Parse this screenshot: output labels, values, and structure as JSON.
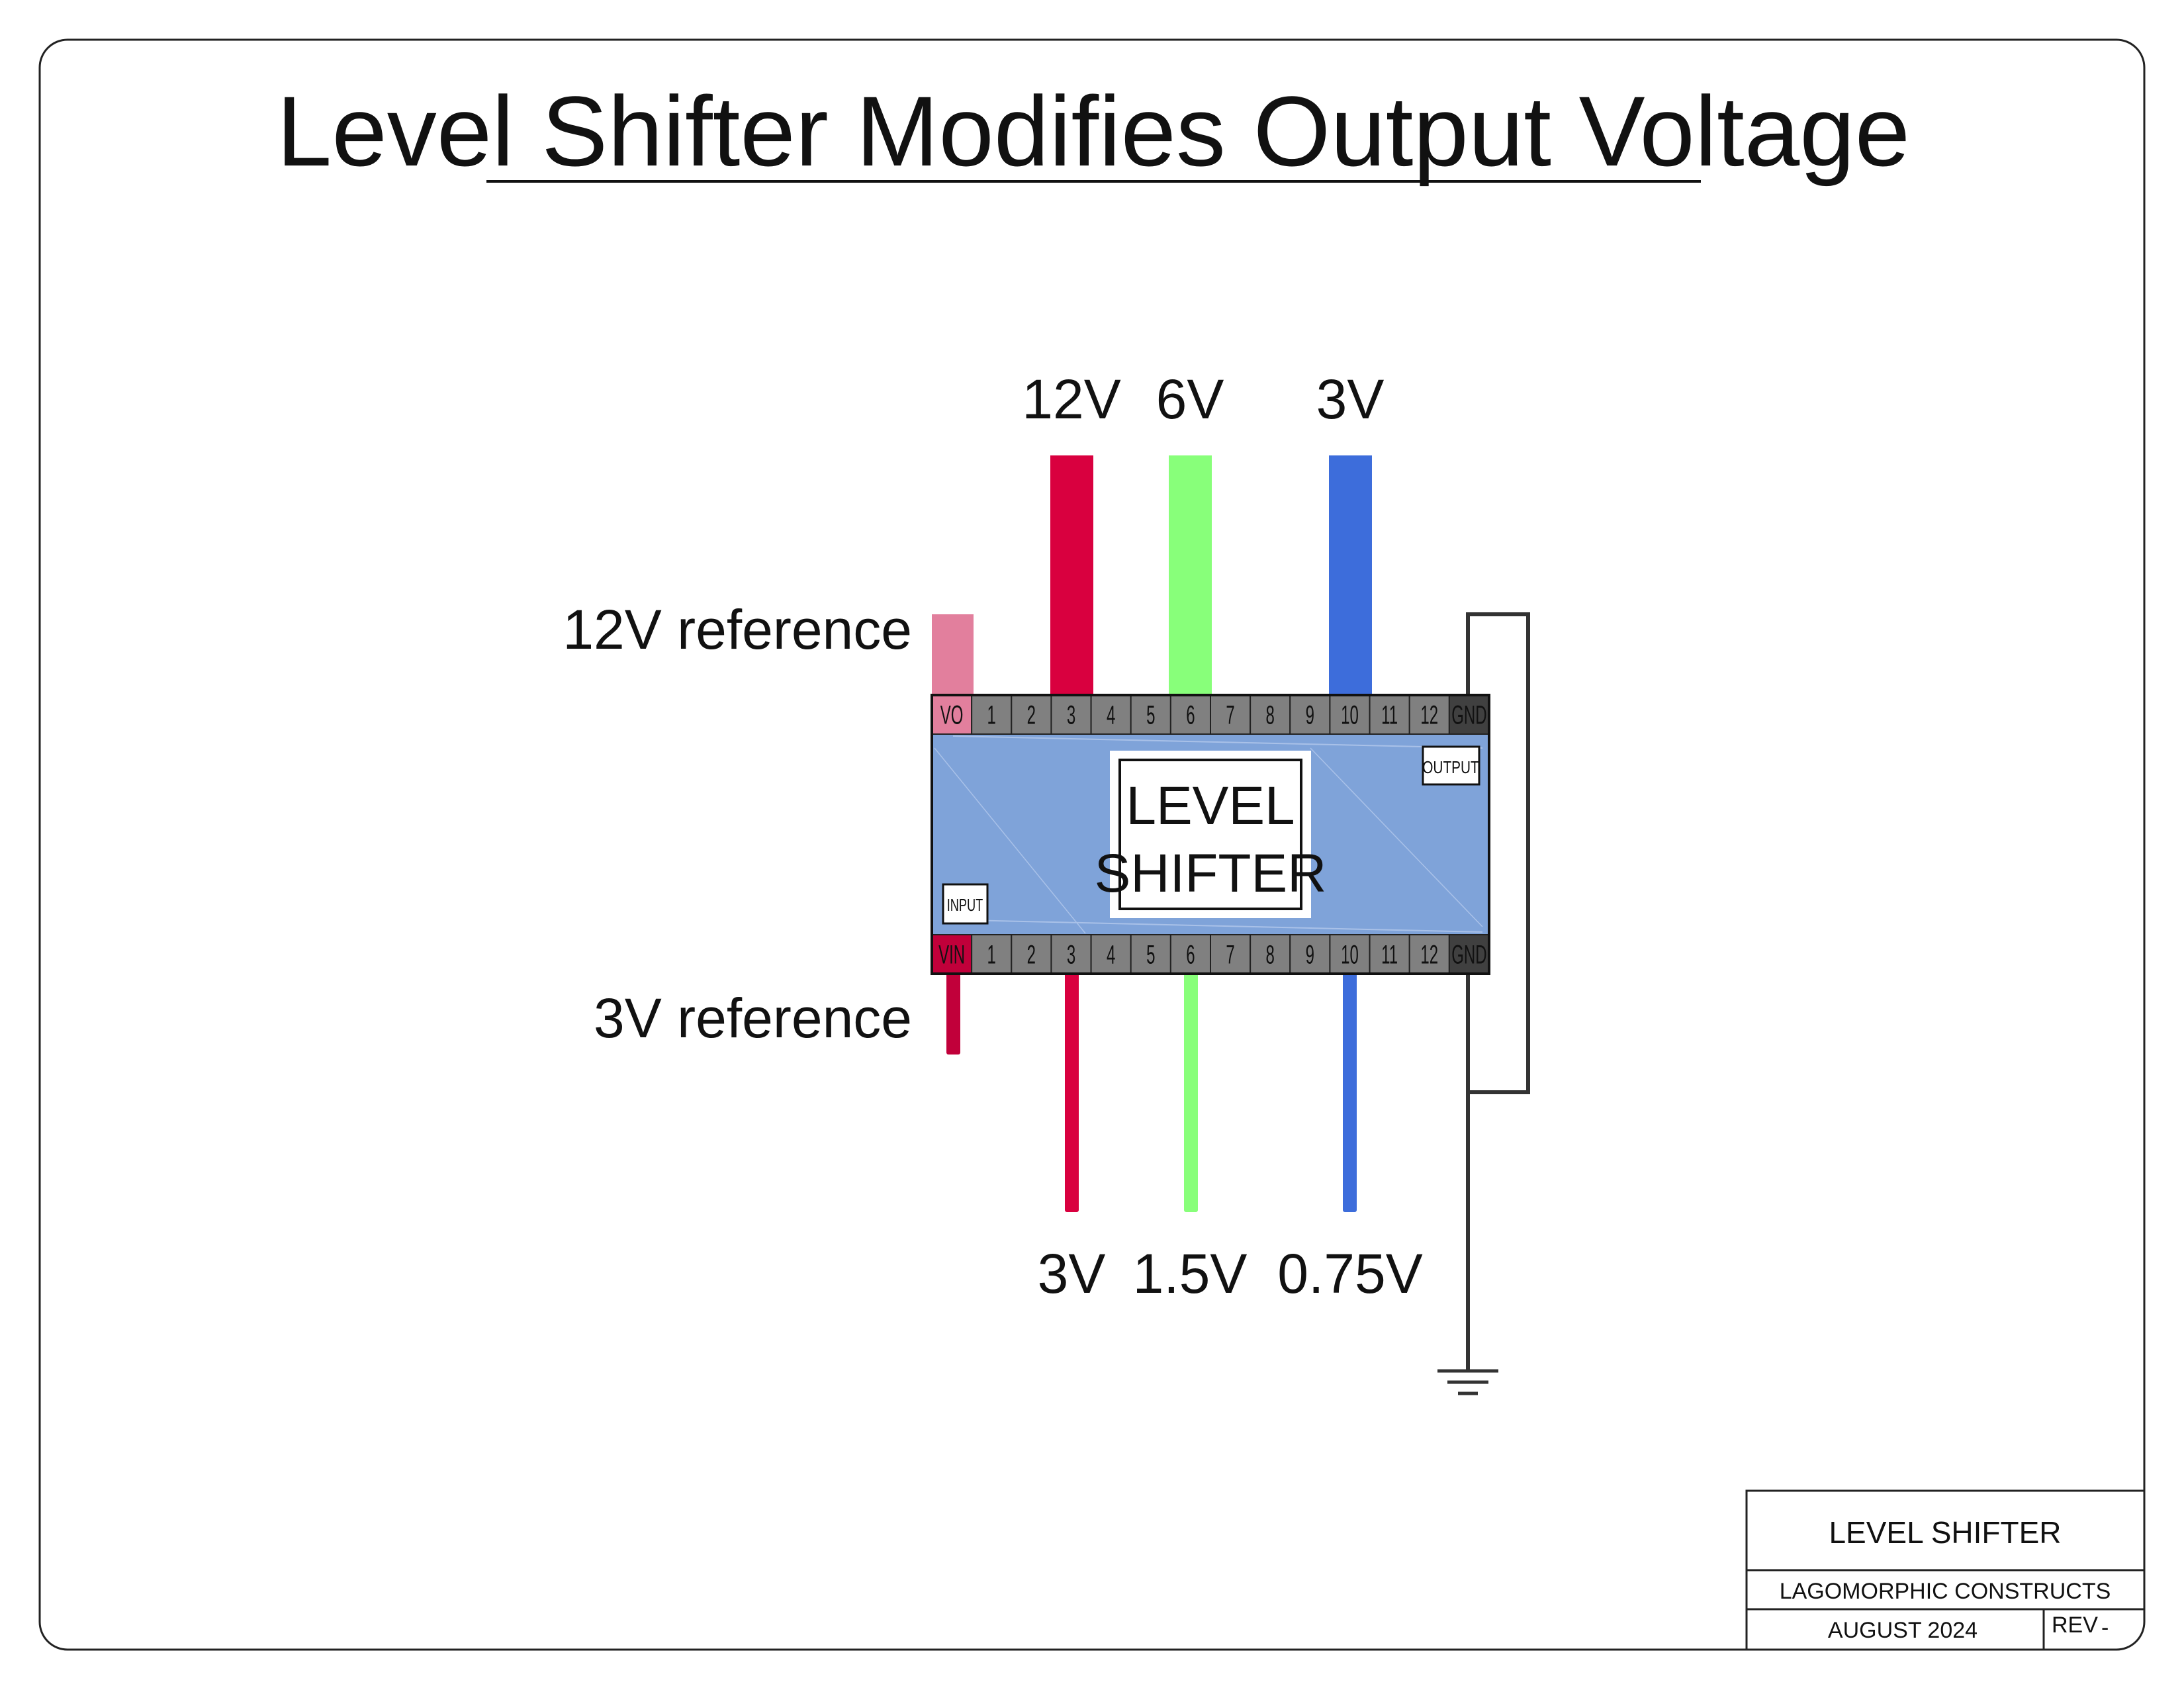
{
  "title": "Level Shifter Modifies Output Voltage",
  "top_voltages": [
    "12V",
    "6V",
    "3V"
  ],
  "bottom_voltages": [
    "3V",
    "1.5V",
    "0.75V"
  ],
  "reference_labels": {
    "top": "12V reference",
    "bottom": "3V reference"
  },
  "chip": {
    "name_line1": "LEVEL",
    "name_line2": "SHIFTER",
    "output_tag": "OUTPUT",
    "input_tag": "INPUT",
    "top_pins": [
      "VO",
      "1",
      "2",
      "3",
      "4",
      "5",
      "6",
      "7",
      "8",
      "9",
      "10",
      "11",
      "12",
      "GND"
    ],
    "bottom_pins": [
      "VIN",
      "1",
      "2",
      "3",
      "4",
      "5",
      "6",
      "7",
      "8",
      "9",
      "10",
      "11",
      "12",
      "GND"
    ]
  },
  "colors": {
    "red": "#d9003f",
    "green": "#88ff7a",
    "blue": "#3d6ddb",
    "pink": "#e27f9d",
    "vin": "#c1003a",
    "body": "#7fa3d9",
    "pin": "#808080",
    "gnd_pin": "#404040"
  },
  "title_block": {
    "name": "LEVEL SHIFTER",
    "company": "LAGOMORPHIC CONSTRUCTS",
    "date": "AUGUST 2024",
    "rev_label": "REV",
    "rev_value": "-"
  }
}
